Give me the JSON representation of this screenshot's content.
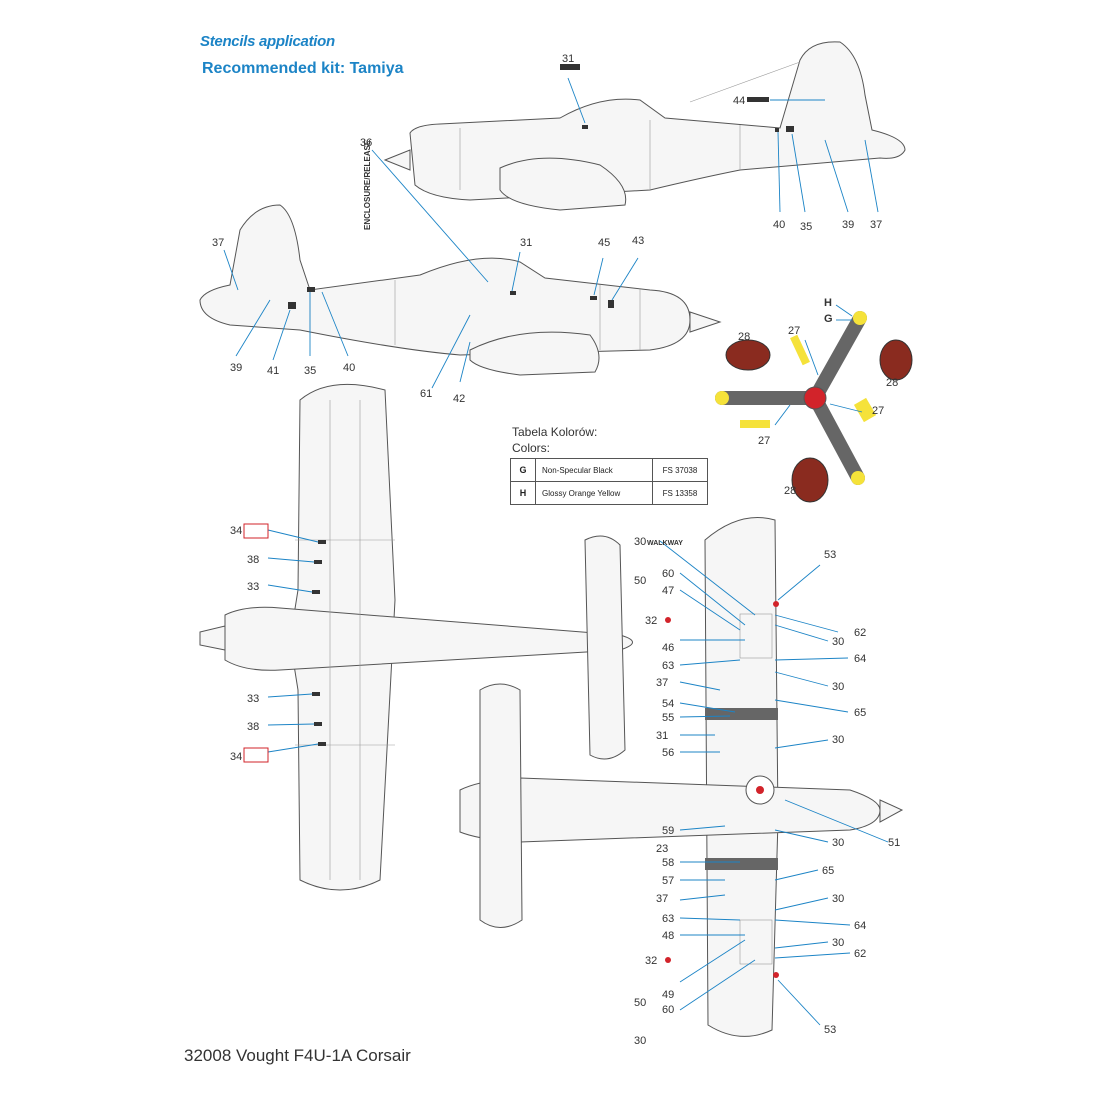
{
  "header": {
    "title": "Stencils application",
    "subtitle": "Recommended kit: Tamiya"
  },
  "footer": {
    "text": "32008 Vought F4U-1A Corsair"
  },
  "colors_table": {
    "heading_pl": "Tabela Kolorów:",
    "heading_en": "Colors:",
    "rows": [
      {
        "code": "G",
        "name": "Non-Specular Black",
        "fs": "FS 37038"
      },
      {
        "code": "H",
        "name": "Glossy Orange Yellow",
        "fs": "FS 13358"
      }
    ]
  },
  "side_view_top": {
    "callouts": [
      "31",
      "44",
      "40",
      "35",
      "39",
      "37"
    ]
  },
  "side_view_bottom": {
    "callouts": [
      "36",
      "37",
      "31",
      "45",
      "43",
      "39",
      "41",
      "35",
      "40",
      "61",
      "42"
    ],
    "vertical_label": "ENCLOSURE/RELEASE"
  },
  "propeller": {
    "callouts": [
      "28",
      "27",
      "H",
      "G",
      "28",
      "27",
      "27",
      "28"
    ]
  },
  "plan_top": {
    "callouts": [
      "34",
      "38",
      "33",
      "33",
      "38",
      "34"
    ]
  },
  "plan_bottom": {
    "callouts_left": [
      "30",
      "60",
      "50",
      "47",
      "32",
      "46",
      "63",
      "37",
      "54",
      "55",
      "31",
      "56",
      "59",
      "23",
      "58",
      "57",
      "37",
      "63",
      "48",
      "32",
      "49",
      "50",
      "60",
      "30"
    ],
    "callouts_right": [
      "53",
      "62",
      "30",
      "64",
      "30",
      "65",
      "30",
      "51",
      "30",
      "65",
      "30",
      "64",
      "30",
      "62",
      "53"
    ],
    "walkway_label": "WALKWAY",
    "colors": {
      "accent": "#1c84c6",
      "red": "#d2232a",
      "yellow": "#f5e23a"
    }
  }
}
